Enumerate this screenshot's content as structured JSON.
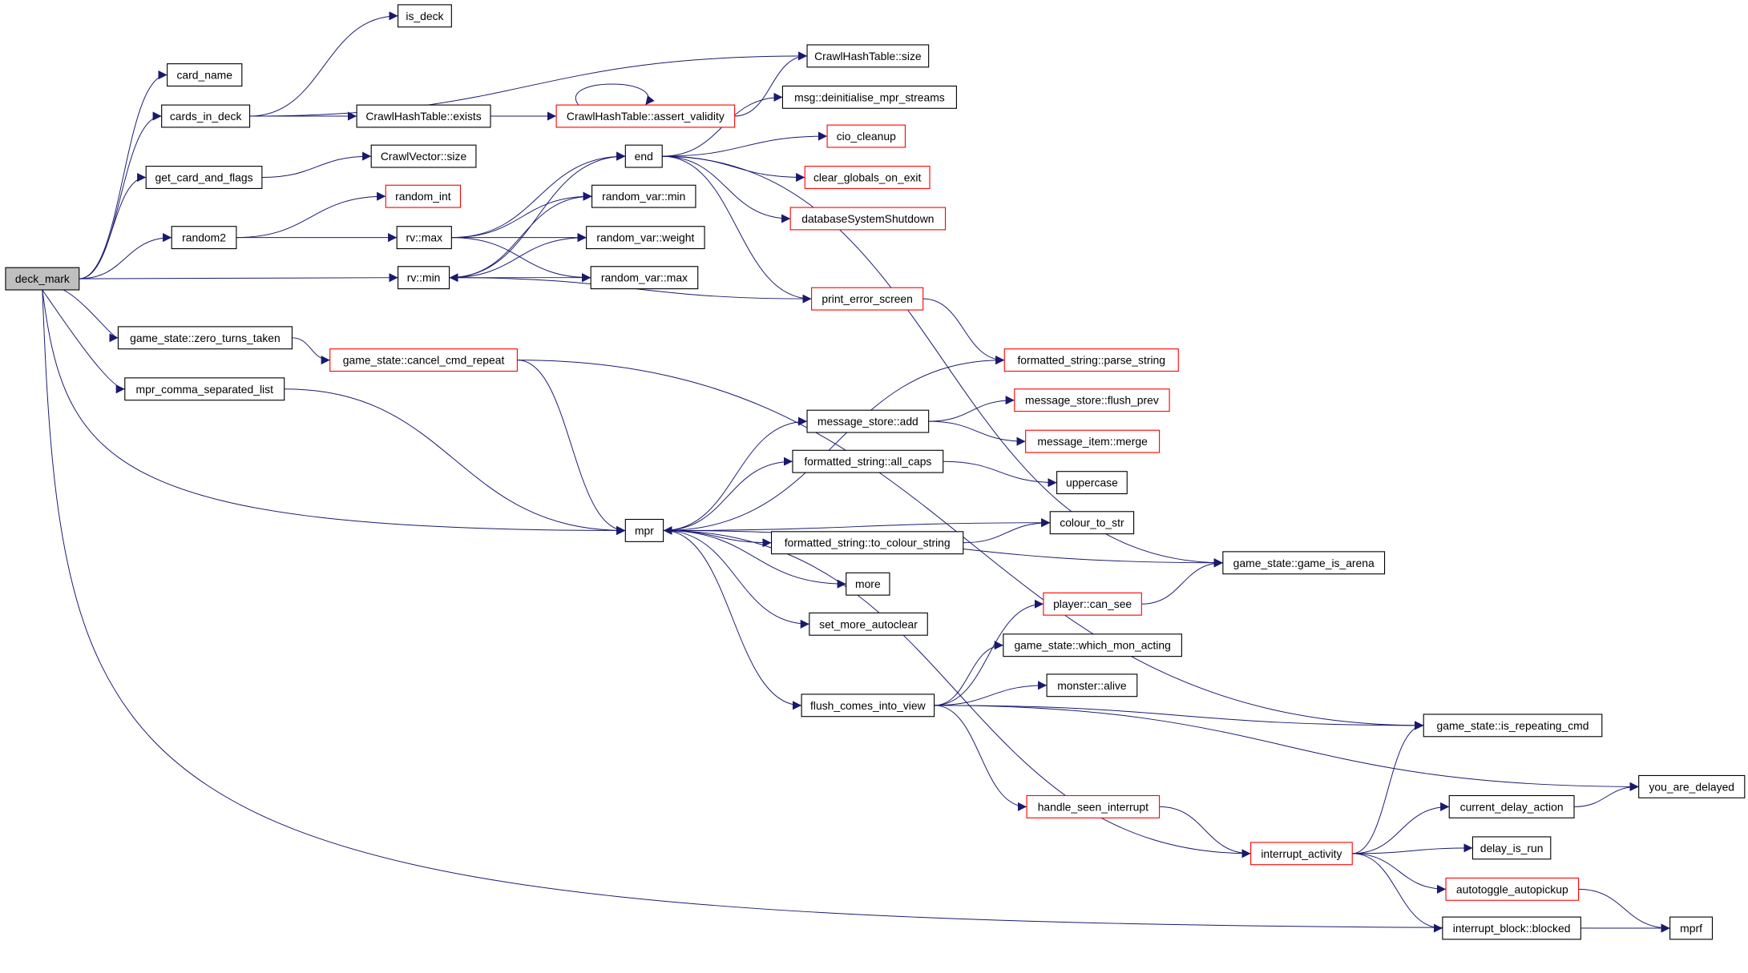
{
  "graph": {
    "type": "call-graph",
    "colors": {
      "edge": "#191970",
      "truncated_border": "#ff0000",
      "normal_border": "#000000",
      "root_fill": "#bfbfbf"
    },
    "nodes": [
      {
        "id": "deck_mark",
        "label": "deck_mark",
        "root": true
      },
      {
        "id": "is_deck",
        "label": "is_deck"
      },
      {
        "id": "card_name",
        "label": "card_name"
      },
      {
        "id": "cards_in_deck",
        "label": "cards_in_deck"
      },
      {
        "id": "cht_size",
        "label": "CrawlHashTable::size"
      },
      {
        "id": "cht_exists",
        "label": "CrawlHashTable::exists"
      },
      {
        "id": "cht_assert",
        "label": "CrawlHashTable::assert_validity",
        "truncated": true
      },
      {
        "id": "msg_deinit",
        "label": "msg::deinitialise_mpr_streams"
      },
      {
        "id": "get_card_and_flags",
        "label": "get_card_and_flags"
      },
      {
        "id": "cv_size",
        "label": "CrawlVector::size"
      },
      {
        "id": "end",
        "label": "end"
      },
      {
        "id": "cio_cleanup",
        "label": "cio_cleanup",
        "truncated": true
      },
      {
        "id": "clear_globals",
        "label": "clear_globals_on_exit",
        "truncated": true
      },
      {
        "id": "db_shutdown",
        "label": "databaseSystemShutdown",
        "truncated": true
      },
      {
        "id": "random_int",
        "label": "random_int",
        "truncated": true
      },
      {
        "id": "random2",
        "label": "random2"
      },
      {
        "id": "rv_max",
        "label": "rv::max"
      },
      {
        "id": "rvar_min",
        "label": "random_var::min"
      },
      {
        "id": "rvar_weight",
        "label": "random_var::weight"
      },
      {
        "id": "rvar_max",
        "label": "random_var::max"
      },
      {
        "id": "rv_min",
        "label": "rv::min"
      },
      {
        "id": "print_error_screen",
        "label": "print_error_screen",
        "truncated": true
      },
      {
        "id": "zero_turns",
        "label": "game_state::zero_turns_taken"
      },
      {
        "id": "cancel_cmd",
        "label": "game_state::cancel_cmd_repeat",
        "truncated": true
      },
      {
        "id": "parse_string",
        "label": "formatted_string::parse_string",
        "truncated": true
      },
      {
        "id": "mpr_csl",
        "label": "mpr_comma_separated_list"
      },
      {
        "id": "flush_prev",
        "label": "message_store::flush_prev",
        "truncated": true
      },
      {
        "id": "ms_add",
        "label": "message_store::add"
      },
      {
        "id": "mi_merge",
        "label": "message_item::merge",
        "truncated": true
      },
      {
        "id": "all_caps",
        "label": "formatted_string::all_caps"
      },
      {
        "id": "uppercase",
        "label": "uppercase"
      },
      {
        "id": "mpr",
        "label": "mpr"
      },
      {
        "id": "colour_to_str",
        "label": "colour_to_str"
      },
      {
        "id": "to_colour_string",
        "label": "formatted_string::to_colour_string"
      },
      {
        "id": "game_is_arena",
        "label": "game_state::game_is_arena"
      },
      {
        "id": "more",
        "label": "more"
      },
      {
        "id": "can_see",
        "label": "player::can_see",
        "truncated": true
      },
      {
        "id": "set_more_autoclear",
        "label": "set_more_autoclear"
      },
      {
        "id": "which_mon",
        "label": "game_state::which_mon_acting"
      },
      {
        "id": "monster_alive",
        "label": "monster::alive"
      },
      {
        "id": "flush_civ",
        "label": "flush_comes_into_view"
      },
      {
        "id": "is_repeating",
        "label": "game_state::is_repeating_cmd"
      },
      {
        "id": "you_are_delayed",
        "label": "you_are_delayed"
      },
      {
        "id": "handle_seen",
        "label": "handle_seen_interrupt",
        "truncated": true
      },
      {
        "id": "current_delay",
        "label": "current_delay_action"
      },
      {
        "id": "interrupt_activity",
        "label": "interrupt_activity",
        "truncated": true
      },
      {
        "id": "delay_is_run",
        "label": "delay_is_run"
      },
      {
        "id": "autotoggle",
        "label": "autotoggle_autopickup",
        "truncated": true
      },
      {
        "id": "ib_blocked",
        "label": "interrupt_block::blocked"
      },
      {
        "id": "mprf",
        "label": "mprf"
      }
    ],
    "edges": [
      [
        "deck_mark",
        "card_name"
      ],
      [
        "deck_mark",
        "cards_in_deck"
      ],
      [
        "deck_mark",
        "get_card_and_flags"
      ],
      [
        "deck_mark",
        "random2"
      ],
      [
        "deck_mark",
        "rv_min"
      ],
      [
        "deck_mark",
        "zero_turns"
      ],
      [
        "deck_mark",
        "mpr_csl"
      ],
      [
        "deck_mark",
        "mpr"
      ],
      [
        "deck_mark",
        "mprf"
      ],
      [
        "cards_in_deck",
        "is_deck"
      ],
      [
        "cards_in_deck",
        "cht_size"
      ],
      [
        "cards_in_deck",
        "cht_exists"
      ],
      [
        "cht_exists",
        "cht_assert"
      ],
      [
        "cht_assert",
        "cht_assert"
      ],
      [
        "cht_assert",
        "cht_size"
      ],
      [
        "get_card_and_flags",
        "cv_size"
      ],
      [
        "random2",
        "random_int"
      ],
      [
        "random2",
        "rv_max"
      ],
      [
        "rv_max",
        "end"
      ],
      [
        "rv_max",
        "rvar_min"
      ],
      [
        "rv_max",
        "rvar_weight"
      ],
      [
        "rv_max",
        "rvar_max"
      ],
      [
        "rv_min",
        "end"
      ],
      [
        "rv_min",
        "rvar_min"
      ],
      [
        "rv_min",
        "rvar_weight"
      ],
      [
        "rv_min",
        "rvar_max"
      ],
      [
        "end",
        "msg_deinit"
      ],
      [
        "end",
        "cio_cleanup"
      ],
      [
        "end",
        "clear_globals"
      ],
      [
        "end",
        "db_shutdown"
      ],
      [
        "end",
        "print_error_screen"
      ],
      [
        "end",
        "game_is_arena"
      ],
      [
        "print_error_screen",
        "rv_min"
      ],
      [
        "print_error_screen",
        "parse_string"
      ],
      [
        "zero_turns",
        "cancel_cmd"
      ],
      [
        "cancel_cmd",
        "mpr"
      ],
      [
        "cancel_cmd",
        "is_repeating"
      ],
      [
        "mpr_csl",
        "mpr"
      ],
      [
        "mpr",
        "parse_string"
      ],
      [
        "mpr",
        "ms_add"
      ],
      [
        "mpr",
        "all_caps"
      ],
      [
        "mpr",
        "colour_to_str"
      ],
      [
        "mpr",
        "to_colour_string"
      ],
      [
        "mpr",
        "more"
      ],
      [
        "mpr",
        "set_more_autoclear"
      ],
      [
        "mpr",
        "game_is_arena"
      ],
      [
        "mpr",
        "flush_civ"
      ],
      [
        "ms_add",
        "flush_prev"
      ],
      [
        "ms_add",
        "mi_merge"
      ],
      [
        "all_caps",
        "uppercase"
      ],
      [
        "to_colour_string",
        "colour_to_str"
      ],
      [
        "can_see",
        "game_is_arena"
      ],
      [
        "flush_civ",
        "can_see"
      ],
      [
        "flush_civ",
        "which_mon"
      ],
      [
        "flush_civ",
        "monster_alive"
      ],
      [
        "flush_civ",
        "is_repeating"
      ],
      [
        "flush_civ",
        "you_are_delayed"
      ],
      [
        "flush_civ",
        "handle_seen"
      ],
      [
        "handle_seen",
        "interrupt_activity"
      ],
      [
        "interrupt_activity",
        "mpr"
      ],
      [
        "interrupt_activity",
        "is_repeating"
      ],
      [
        "interrupt_activity",
        "current_delay"
      ],
      [
        "interrupt_activity",
        "delay_is_run"
      ],
      [
        "interrupt_activity",
        "autotoggle"
      ],
      [
        "interrupt_activity",
        "ib_blocked"
      ],
      [
        "current_delay",
        "you_are_delayed"
      ],
      [
        "autotoggle",
        "mprf"
      ]
    ]
  }
}
